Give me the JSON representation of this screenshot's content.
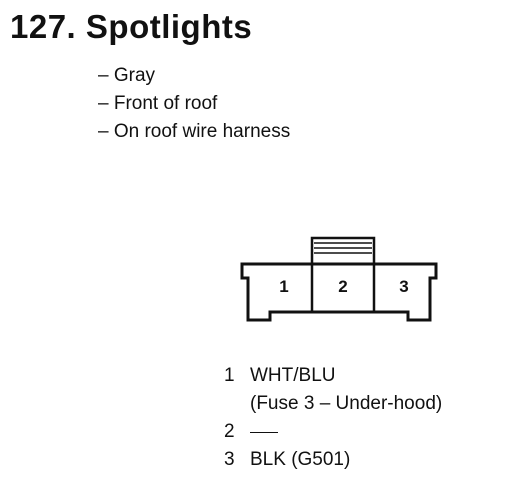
{
  "heading": {
    "title": "127. Spotlights"
  },
  "details": [
    "– Gray",
    "– Front of roof",
    "– On roof wire harness"
  ],
  "connector": {
    "pins": [
      "1",
      "2",
      "3"
    ]
  },
  "pinout": [
    {
      "num": "1",
      "wire": "WHT/BLU",
      "note": "(Fuse 3 – Under-hood)"
    },
    {
      "num": "2",
      "wire": "",
      "note": ""
    },
    {
      "num": "3",
      "wire": "BLK (G501)",
      "note": ""
    }
  ]
}
